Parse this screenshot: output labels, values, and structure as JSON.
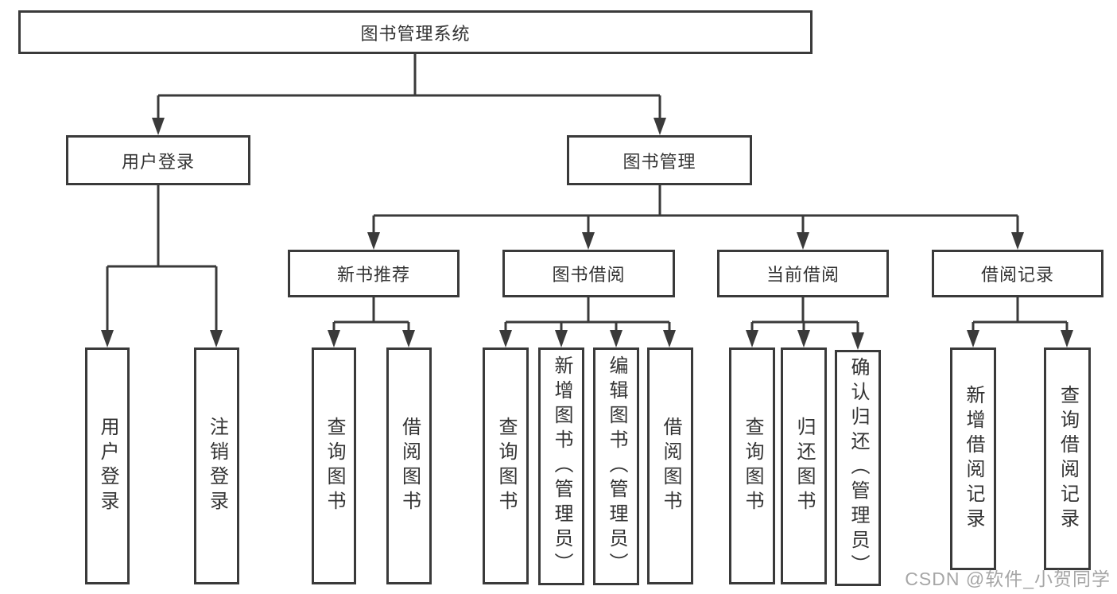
{
  "diagram": {
    "title": "图书管理系统",
    "level2": {
      "user_login": "用户登录",
      "book_management": "图书管理"
    },
    "level3": {
      "new_book_recommend": "新书推荐",
      "book_borrowing": "图书借阅",
      "current_borrowing": "当前借阅",
      "borrowing_records": "借阅记录"
    },
    "leaves": {
      "user_login": "用户登录",
      "logout": "注销登录",
      "recommend_query_books": "查询图书",
      "recommend_borrow_books": "借阅图书",
      "borrow_query_books": "查询图书",
      "borrow_add_books": "新增图书（管理员）",
      "borrow_edit_books": "编辑图书（管理员）",
      "borrow_borrow_books": "借阅图书",
      "current_query_books": "查询图书",
      "current_return_books": "归还图书",
      "current_confirm_return": "确认归还（管理员）",
      "records_add_record": "新增借阅记录",
      "records_query_record": "查询借阅记录"
    },
    "watermark": "CSDN @软件_小贺同学",
    "colors": {
      "border": "#3a3a3a",
      "text": "#333333",
      "background": "#ffffff",
      "watermark": "#a6a6a6"
    }
  }
}
